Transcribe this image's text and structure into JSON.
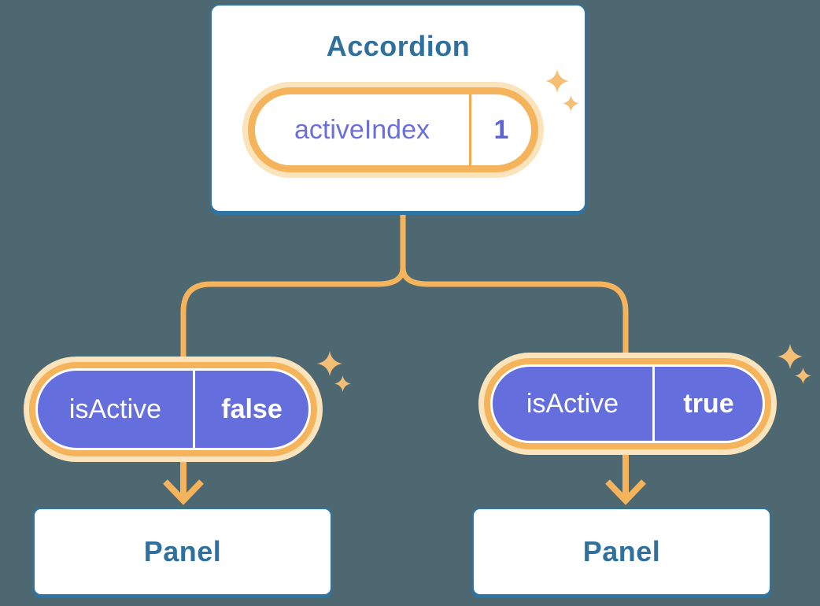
{
  "diagram": {
    "root": {
      "title": "Accordion",
      "state": {
        "name": "activeIndex",
        "value": "1"
      }
    },
    "children": [
      {
        "prop": {
          "name": "isActive",
          "value": "false"
        },
        "label": "Panel"
      },
      {
        "prop": {
          "name": "isActive",
          "value": "true"
        },
        "label": "Panel"
      }
    ]
  },
  "icons": {
    "sparkle": "sparkle-icon"
  },
  "colors": {
    "background": "#4D6871",
    "card_border_blue": "#2E75A6",
    "card_text_blue": "#2F709C",
    "pill_indigo": "#646EDC",
    "state_text_purple": "#6A6FDC",
    "line_amber": "#F5B45C",
    "halo_cream": "#FBE3BB",
    "divider_orange": "#F2A94F",
    "sparkle_amber": "#F6BE74"
  }
}
